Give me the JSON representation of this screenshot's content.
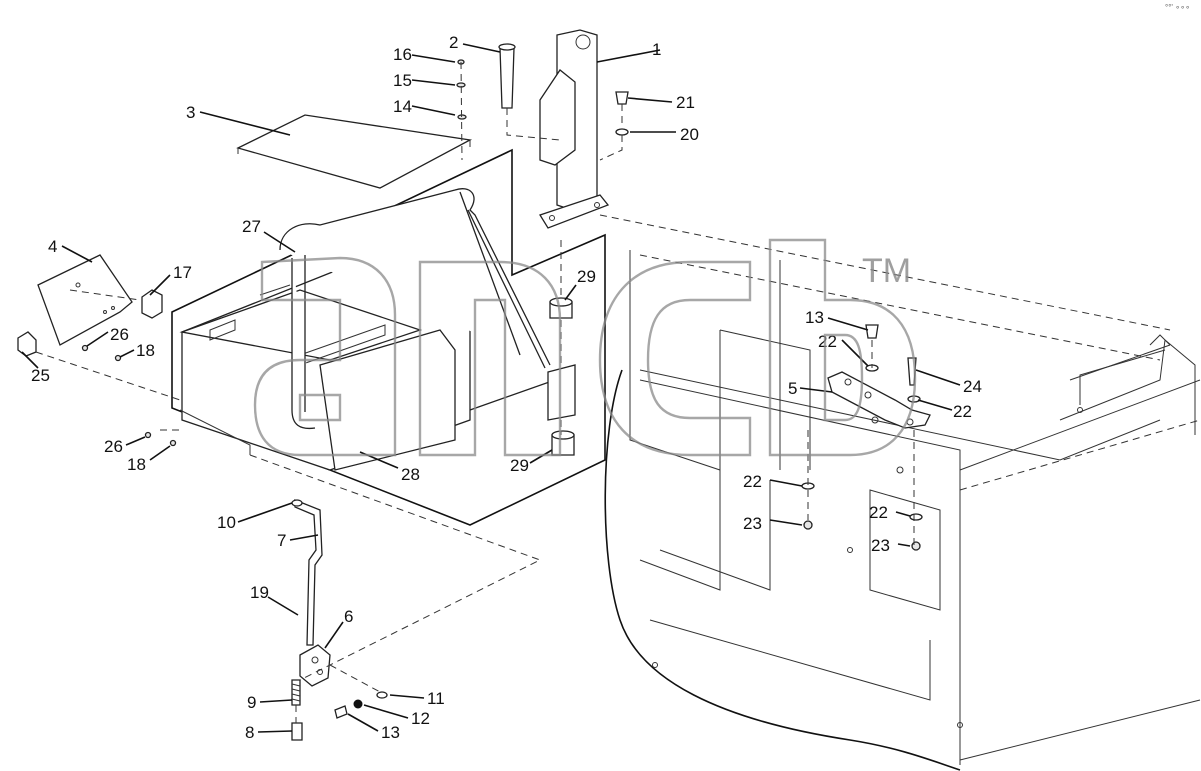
{
  "diagram": {
    "parts": [
      {
        "n": "1"
      },
      {
        "n": "2"
      },
      {
        "n": "3"
      },
      {
        "n": "4"
      },
      {
        "n": "5"
      },
      {
        "n": "6"
      },
      {
        "n": "7"
      },
      {
        "n": "8"
      },
      {
        "n": "9"
      },
      {
        "n": "10"
      },
      {
        "n": "11"
      },
      {
        "n": "12"
      },
      {
        "n": "13"
      },
      {
        "n": "14"
      },
      {
        "n": "15"
      },
      {
        "n": "16"
      },
      {
        "n": "17"
      },
      {
        "n": "18"
      },
      {
        "n": "19"
      },
      {
        "n": "20"
      },
      {
        "n": "21"
      },
      {
        "n": "22"
      },
      {
        "n": "23"
      },
      {
        "n": "24"
      },
      {
        "n": "25"
      },
      {
        "n": "26"
      },
      {
        "n": "27"
      },
      {
        "n": "28"
      },
      {
        "n": "29"
      }
    ],
    "repeat_labels": {
      "p13b": "13",
      "p18b": "18",
      "p22b": "22",
      "p22c": "22",
      "p22d": "22",
      "p23b": "23",
      "p26b": "26",
      "p29b": "29"
    }
  },
  "watermark": {
    "text": "TM",
    "logo": "ancb"
  },
  "corner_mark": "°°' ∘∘∘"
}
